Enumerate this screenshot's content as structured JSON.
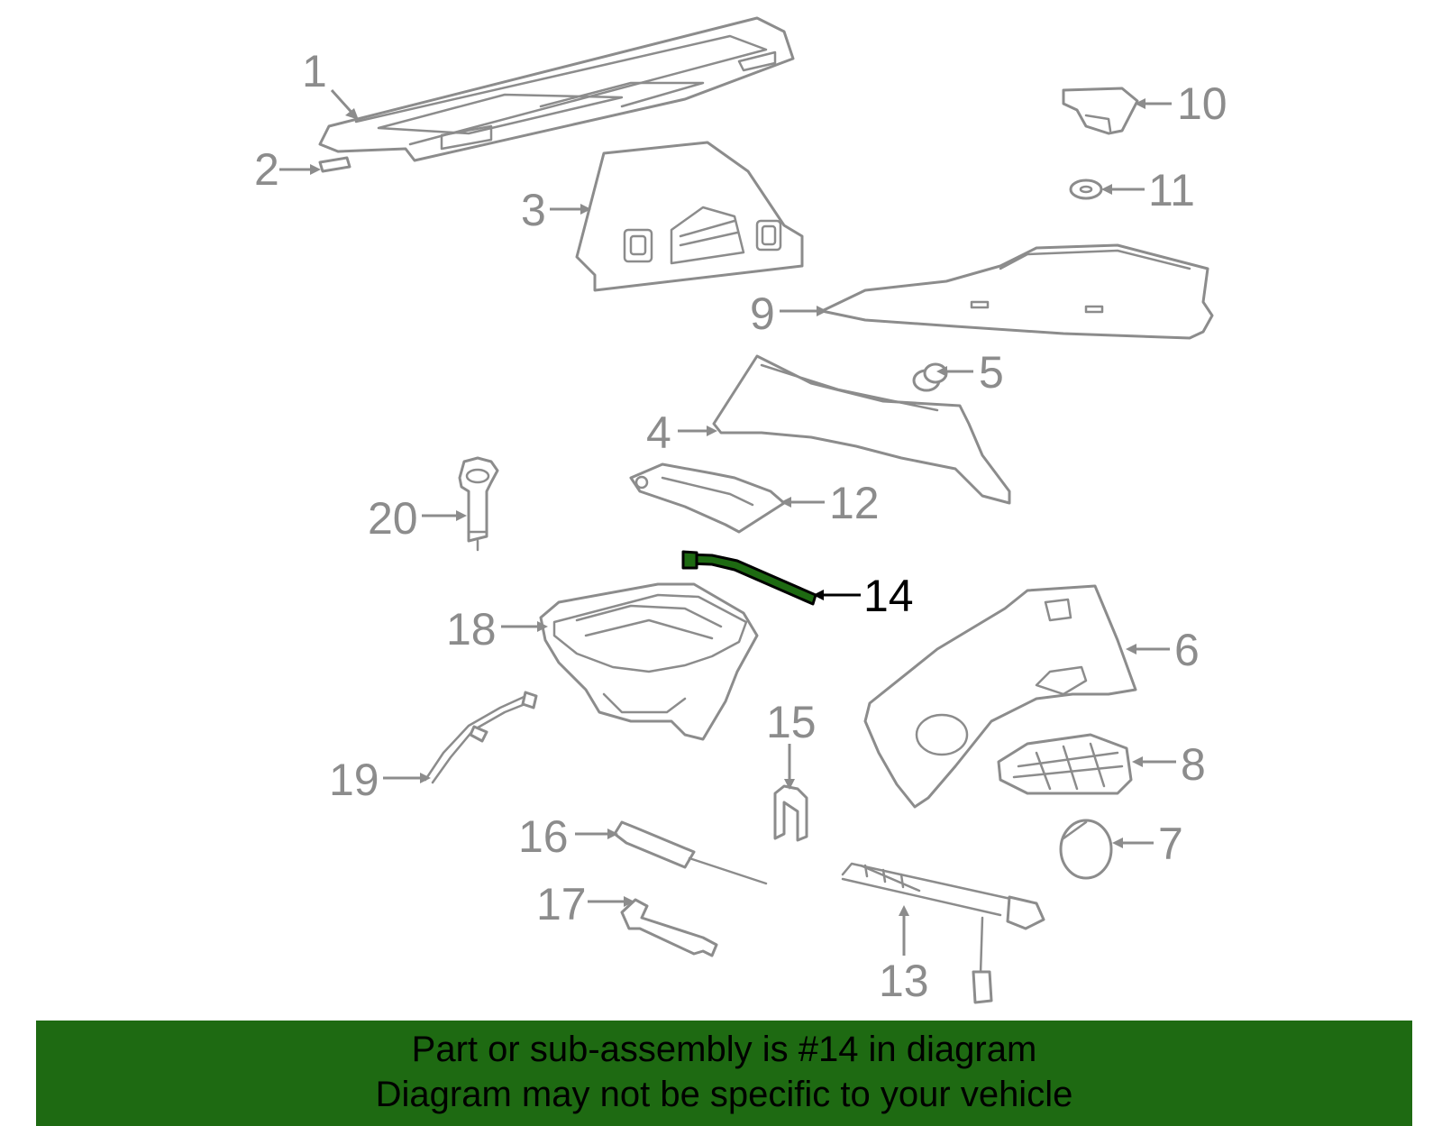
{
  "diagram": {
    "callouts": [
      "1",
      "2",
      "3",
      "4",
      "5",
      "6",
      "7",
      "8",
      "9",
      "10",
      "11",
      "12",
      "13",
      "14",
      "15",
      "16",
      "17",
      "18",
      "19",
      "20"
    ],
    "highlighted_part": "14",
    "colors": {
      "part_stroke": "#8c8c8c",
      "highlight_fill": "#1e6a12",
      "highlight_stroke": "#000000"
    }
  },
  "banner": {
    "line1": "Part or sub-assembly is #14 in diagram",
    "line2": "Diagram may not be specific to your vehicle",
    "background": "#1e6a12"
  }
}
